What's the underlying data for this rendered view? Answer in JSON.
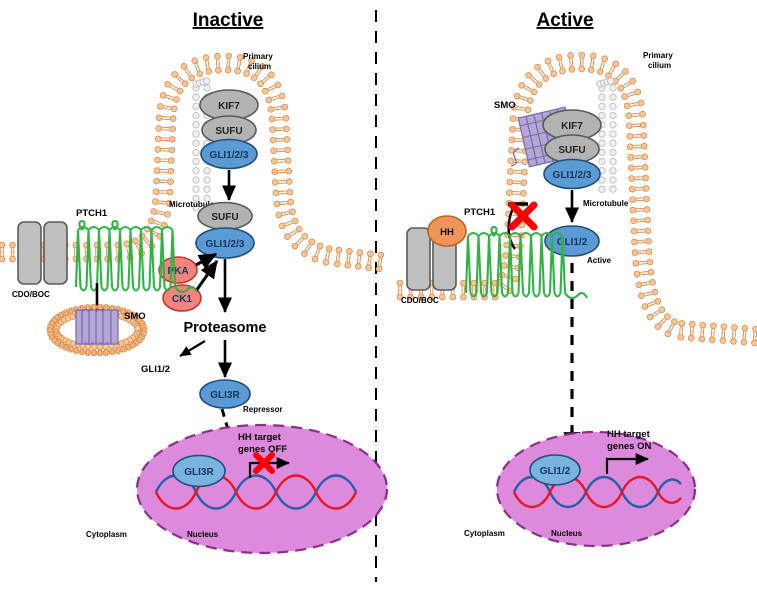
{
  "figure": {
    "title_left": "Inactive",
    "title_right": "Active",
    "divider": "dashed-vertical-divider"
  },
  "colors": {
    "membrane_head": "#f6c79a",
    "membrane_outline": "#e08b46",
    "gli_blue": "#5b9bd5",
    "gli_blue_dark": "#1f4e79",
    "sufu_gray": "#b3b3b3",
    "sufu_gray_dark": "#595959",
    "kinase_red": "#f2837f",
    "kinase_red_dark": "#c0392b",
    "nucleus_purple": "#dd8add",
    "nucleus_border": "#8b2f8b",
    "ptch_green": "#2fb344",
    "smo_purple": "#b3a7d6",
    "smo_purple_dark": "#7b68ac",
    "cdo_boc_gray": "#bfbfbf",
    "hh_orange": "#f0955a",
    "hh_orange_dark": "#c0611f",
    "dna_blue": "#1f5fa8",
    "dna_red": "#e8141e",
    "red_x": "#ff0000",
    "microtubule_gray": "#d9d9d9"
  },
  "inactive_panel": {
    "cilium_label": "Primary\ncilium",
    "cilium_label_line1": "Primary",
    "cilium_label_line2": "cilium",
    "microtubule_label": "Microtubule",
    "ciliary_complex": [
      {
        "name": "KIF7",
        "kind": "gray"
      },
      {
        "name": "SUFU",
        "kind": "gray"
      },
      {
        "name": "GLI1/2/3",
        "kind": "blue"
      }
    ],
    "cytoplasm_complex": [
      {
        "name": "SUFU",
        "kind": "gray"
      },
      {
        "name": "GLI1/2/3",
        "kind": "blue"
      }
    ],
    "kinases": [
      {
        "name": "PKA"
      },
      {
        "name": "CK1"
      }
    ],
    "receptors": {
      "cdo_boc": "CDO/BOC",
      "ptch1": "PTCH1",
      "smo": "SMO"
    },
    "proteasome_label": "Proteasome",
    "gli12_label": "GLI1/2",
    "gli3r_label": "GLI3R",
    "gli3r_role": "Repressor",
    "nucleus": {
      "gli_in_nucleus": "GLI3R",
      "target_genes_line1": "HH target",
      "target_genes_line2": "genes OFF",
      "blocked": true,
      "nucleus_label": "Nucleus",
      "cytoplasm_label": "Cytoplasm"
    }
  },
  "active_panel": {
    "cilium_label_line1": "Primary",
    "cilium_label_line2": "cilium",
    "microtubule_label": "Microtubule",
    "smo_label": "SMO",
    "ciliary_complex": [
      {
        "name": "KIF7",
        "kind": "gray"
      },
      {
        "name": "SUFU",
        "kind": "gray"
      },
      {
        "name": "GLI1/2/3",
        "kind": "blue"
      }
    ],
    "gli12_label": "GLI1/2",
    "gli12_role": "Active",
    "receptors": {
      "cdo_boc": "CDO/BOC",
      "ptch1": "PTCH1",
      "hh": "HH"
    },
    "inhibition_blocked": true,
    "nucleus": {
      "gli_in_nucleus": "GLI1/2",
      "target_genes_line1": "HH target",
      "target_genes_line2": "genes ON",
      "blocked": false,
      "nucleus_label": "Nucleus",
      "cytoplasm_label": "Cytoplasm"
    }
  }
}
